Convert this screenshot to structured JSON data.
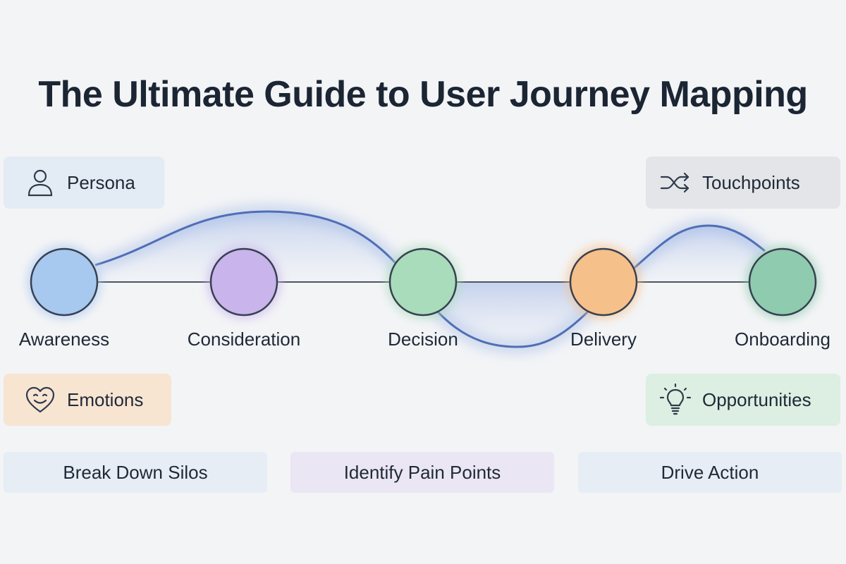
{
  "title": "The Ultimate Guide to User Journey Mapping",
  "stages": [
    {
      "label": "Awareness",
      "color": "#a7c8ef"
    },
    {
      "label": "Consideration",
      "color": "#c9b4ec"
    },
    {
      "label": "Decision",
      "color": "#a9dcbb"
    },
    {
      "label": "Delivery",
      "color": "#f6c08a"
    },
    {
      "label": "Onboarding",
      "color": "#8fcbae"
    }
  ],
  "cards": {
    "persona": {
      "label": "Persona",
      "icon": "user-icon",
      "bg": "#e3ebf4"
    },
    "touchpoints": {
      "label": "Touchpoints",
      "icon": "shuffle-arrows-icon",
      "bg": "#e3e5e9"
    },
    "emotions": {
      "label": "Emotions",
      "icon": "smiling-heart-icon",
      "bg": "#f7e5d2"
    },
    "opportunities": {
      "label": "Opportunities",
      "icon": "lightbulb-icon",
      "bg": "#dcefe2"
    }
  },
  "banners": [
    {
      "label": "Break Down Silos",
      "bg": "#e6edf4"
    },
    {
      "label": "Identify Pain Points",
      "bg": "#ebe6f3"
    },
    {
      "label": "Drive Action",
      "bg": "#e6edf4"
    }
  ],
  "colors": {
    "journey_curve": "#4f6fb5",
    "connector_line": "#4b5563",
    "node_outline": "#374151"
  }
}
